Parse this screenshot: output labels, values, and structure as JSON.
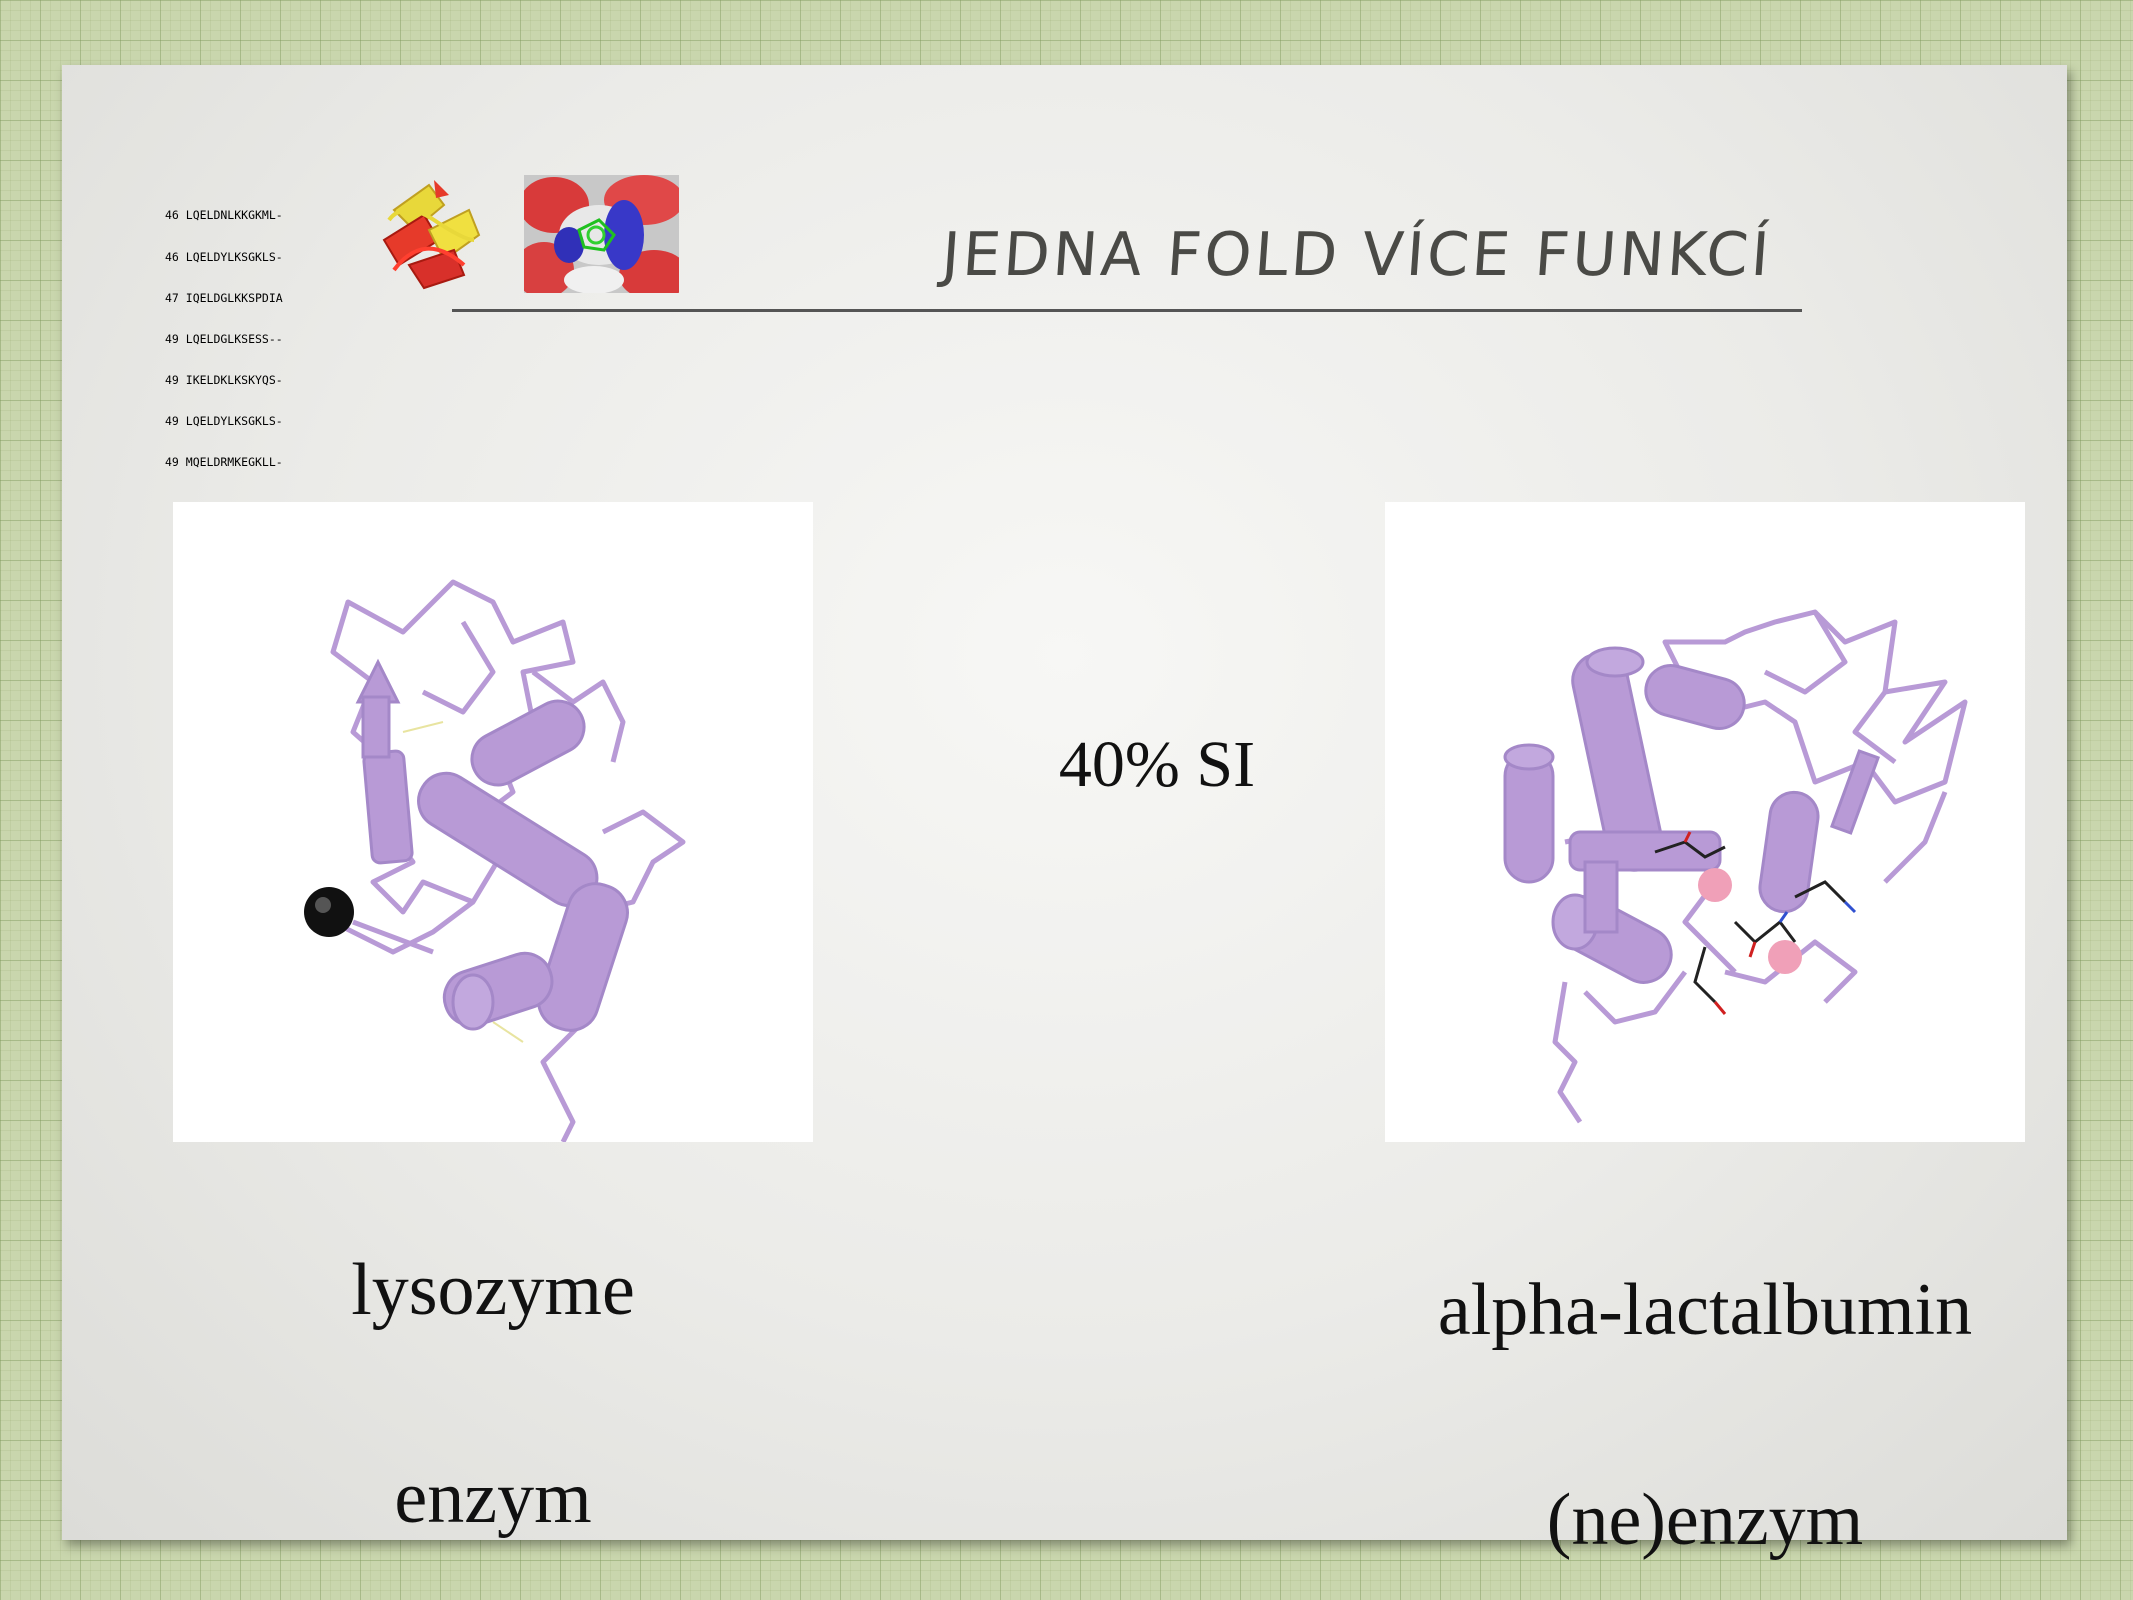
{
  "slide": {
    "title": "JEDNA FOLD VÍCE FUNKCÍ",
    "sequence_alignment": [
      "46 LQELDNLKKGKML-",
      "46 LQELDYLKSGKLS-",
      "47 IQELDGLKKSPDIA",
      "49 LQELDGLKSESS--",
      "49 IKELDKLKSKYQS-",
      "49 LQELDYLKSGKLS-",
      "49 MQELDRMKEGKLL-"
    ],
    "similarity_label": "40% SI",
    "left": {
      "name": "lysozyme",
      "role": "enzym"
    },
    "right": {
      "name": "alpha-lactalbumin",
      "role": "(ne)enzym"
    }
  },
  "colors": {
    "background": "#c9d6ad",
    "slide": "#ebebe8",
    "protein": "#b89ad6",
    "ion": "#f0a0b8",
    "title_text": "#4a4a46"
  },
  "icons": [
    "protein-ribbon-thumbnail",
    "surface-pocket-thumbnail",
    "lysozyme-structure",
    "alpha-lactalbumin-structure"
  ]
}
